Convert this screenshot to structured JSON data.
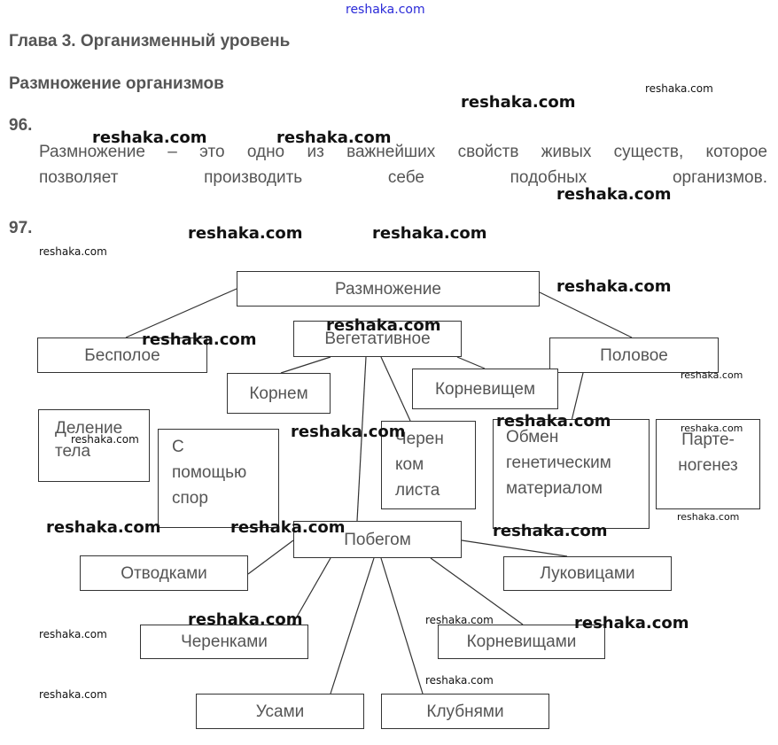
{
  "header_watermark": "reshaka.com",
  "chapter_title": "Глава 3. Организменный уровень",
  "section_title": "Размножение организмов",
  "task96": {
    "number": "96.",
    "line1": "Размножение – это одно из важнейших свойств живых существ, которое",
    "line2": "позволяет производить себе подобных организмов."
  },
  "task97": {
    "number": "97."
  },
  "diagram": {
    "root": "Размножение",
    "asexual": "Бесполое",
    "vegetative": "Вегетативное",
    "sexual": "Половое",
    "root_method": "Корнем",
    "rhizome": "Корневищем",
    "body_division": "Деление\nтела",
    "spores": "С\nпомощью\nспор",
    "leaf_cutting": "Черен\nком\nлиста",
    "genetic_exchange": "Обмен\nгенетическим\nматериалом",
    "parthenogenesis": "Парте-\nногенез",
    "shoot": "Побегом",
    "layering": "Отводками",
    "bulbs": "Луковицами",
    "cuttings": "Черенками",
    "rhizomes": "Корневищами",
    "runners": "Усами",
    "tubers": "Клубнями"
  },
  "watermarks": {
    "text": "reshaka.com"
  }
}
